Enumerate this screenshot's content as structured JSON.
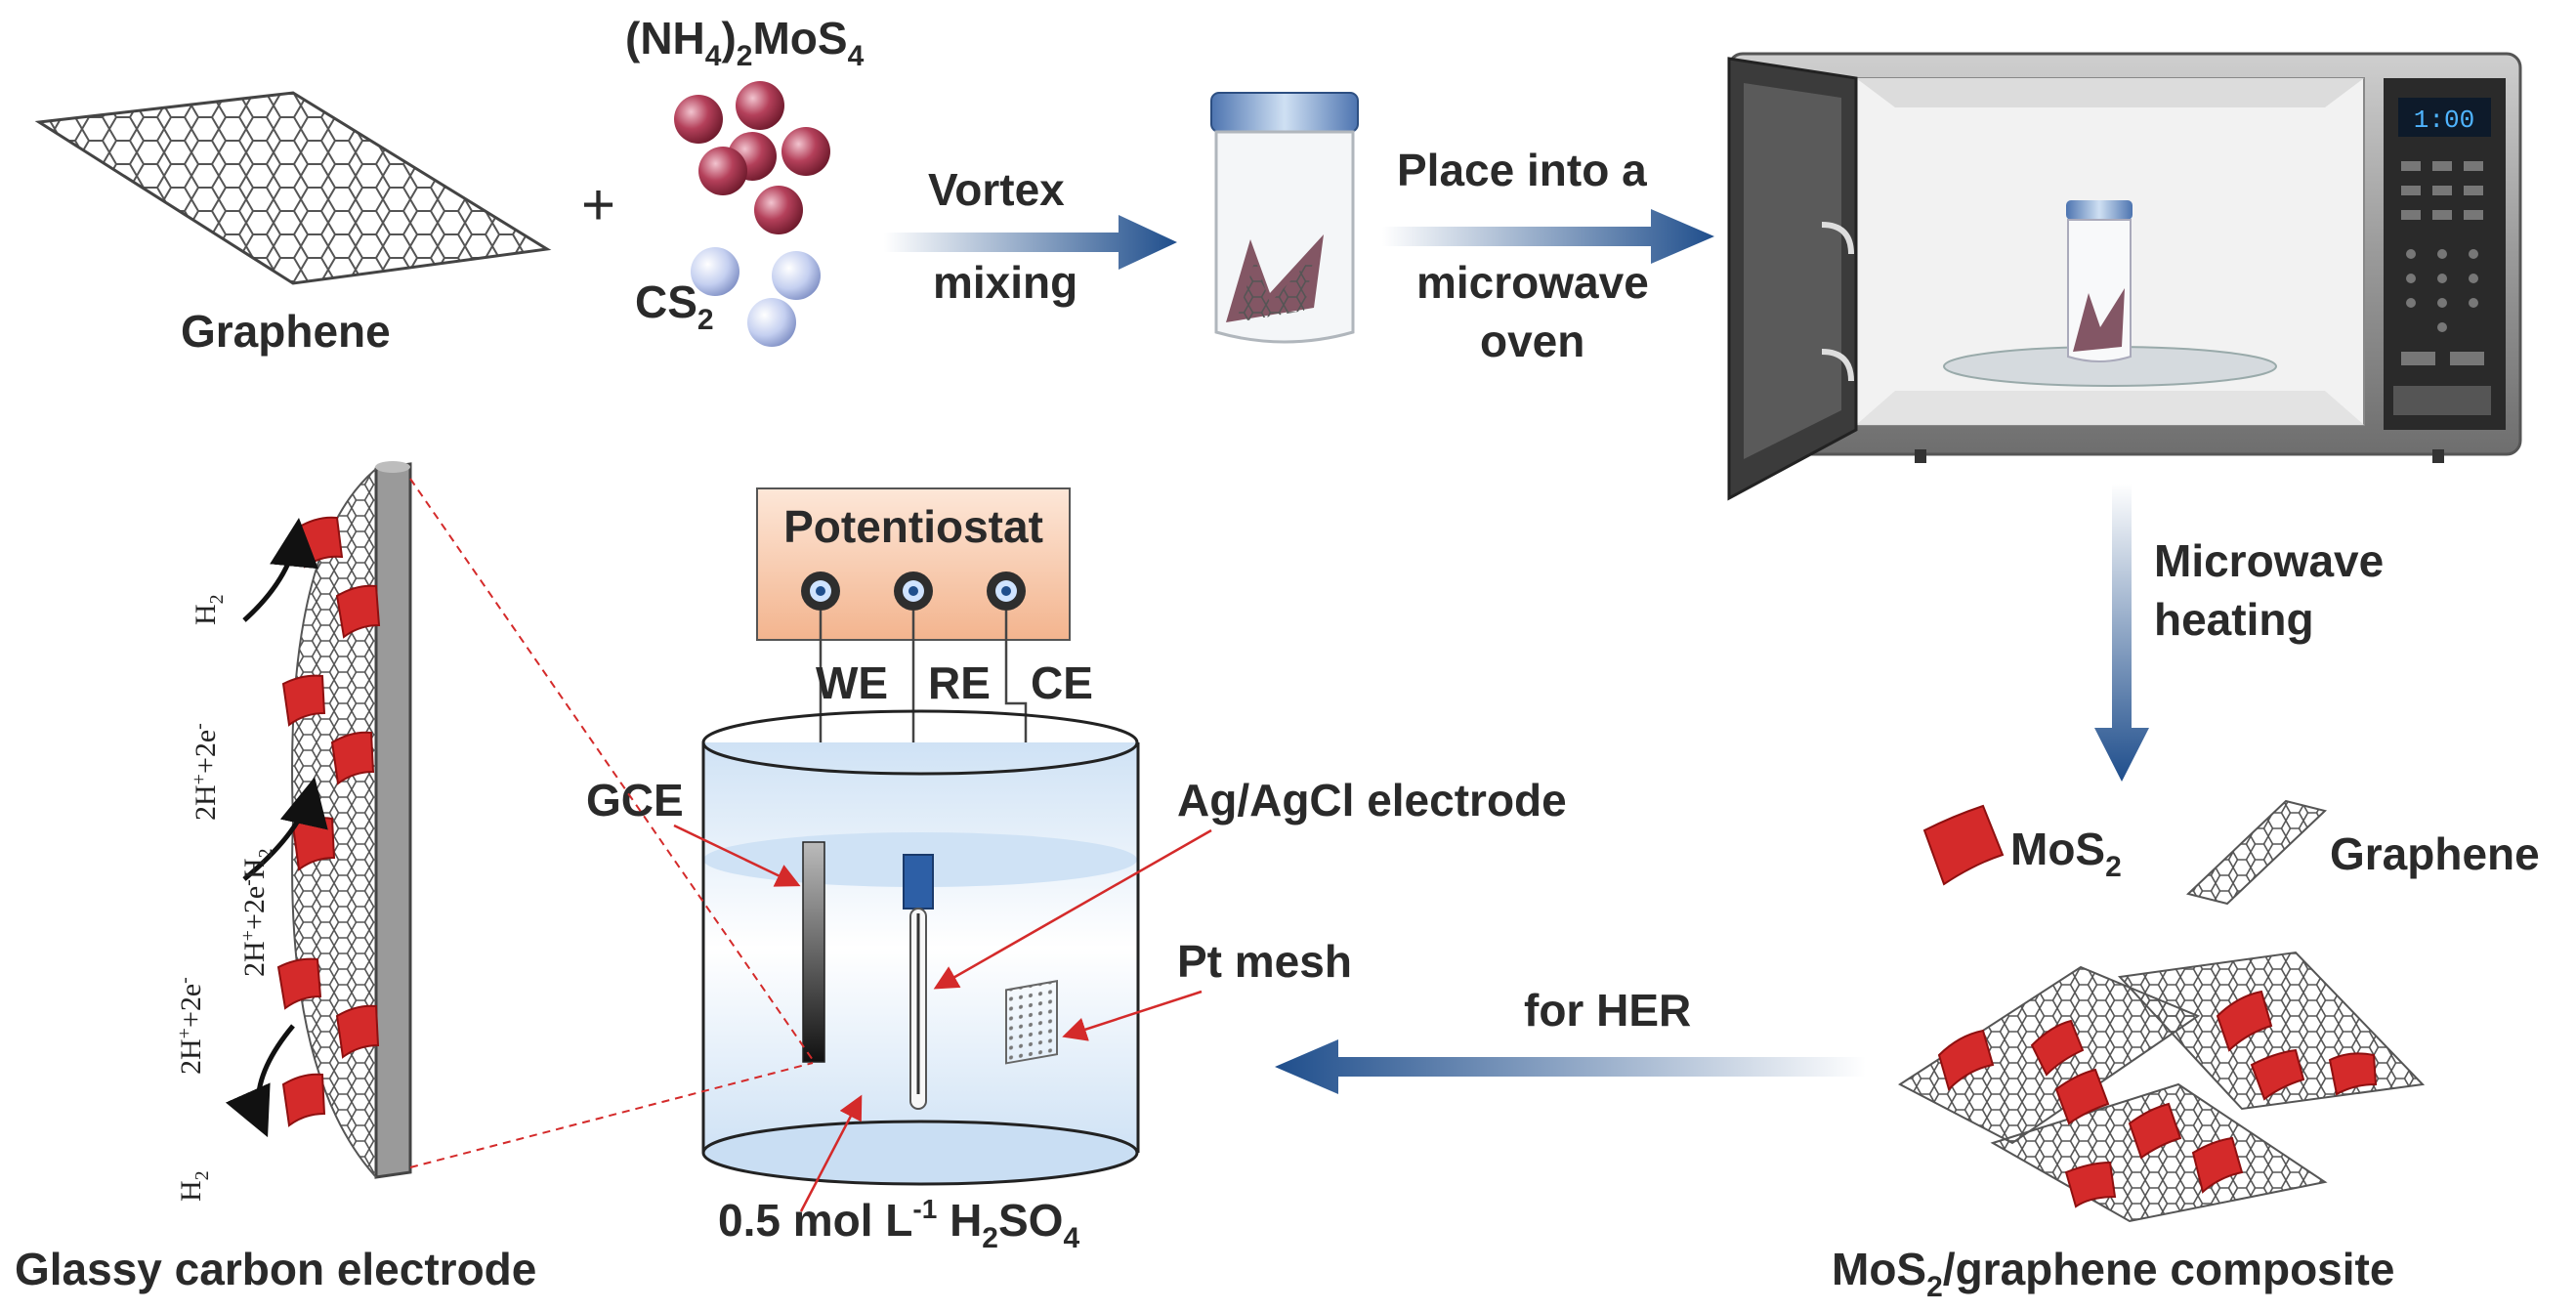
{
  "labels": {
    "graphene_top": "Graphene",
    "plus": "+",
    "precursor_pre": "(NH",
    "precursor_sub1": "4",
    "precursor_mid": ")",
    "precursor_sub2": "2",
    "precursor_post": "MoS",
    "precursor_sub3": "4",
    "cs2_main": "CS",
    "cs2_sub": "2",
    "vortex": "Vortex",
    "mixing": "mixing",
    "place_line1": "Place into a",
    "place_line2": "microwave",
    "place_line3": "oven",
    "oven_display": "1:00",
    "mw_heating_1": "Microwave",
    "mw_heating_2": "heating",
    "mos2_main": "MoS",
    "mos2_sub": "2",
    "graphene_legend": "Graphene",
    "composite_main": "MoS",
    "composite_sub": "2",
    "composite_post": "/graphene composite",
    "for_her": "for HER",
    "potentiostat": "Potentiostat",
    "we": "WE",
    "re": "RE",
    "ce": "CE",
    "gce": "GCE",
    "agagcl": "Ag/AgCl electrode",
    "pt_mesh": "Pt mesh",
    "electrolyte_pre": "0.5 mol L",
    "electrolyte_sup": "-1",
    "electrolyte_h": " H",
    "electrolyte_sub1": "2",
    "electrolyte_so": "SO",
    "electrolyte_sub2": "4",
    "glassy_carbon": "Glassy carbon electrode",
    "h2_a": "H",
    "h2_sub": "2",
    "reaction_pre": "2H",
    "reaction_sup1": "+",
    "reaction_mid": "+2e",
    "reaction_sup2": "-"
  },
  "colors": {
    "arrow_dark": "#1f4e8c",
    "mos2_red": "#d42a2a",
    "potentiostat_fill": "#f6c7a6",
    "sphere_red": "#a8324a",
    "sphere_blue": "#b9c6ea",
    "liquid_blue": "#d4e6f7"
  }
}
